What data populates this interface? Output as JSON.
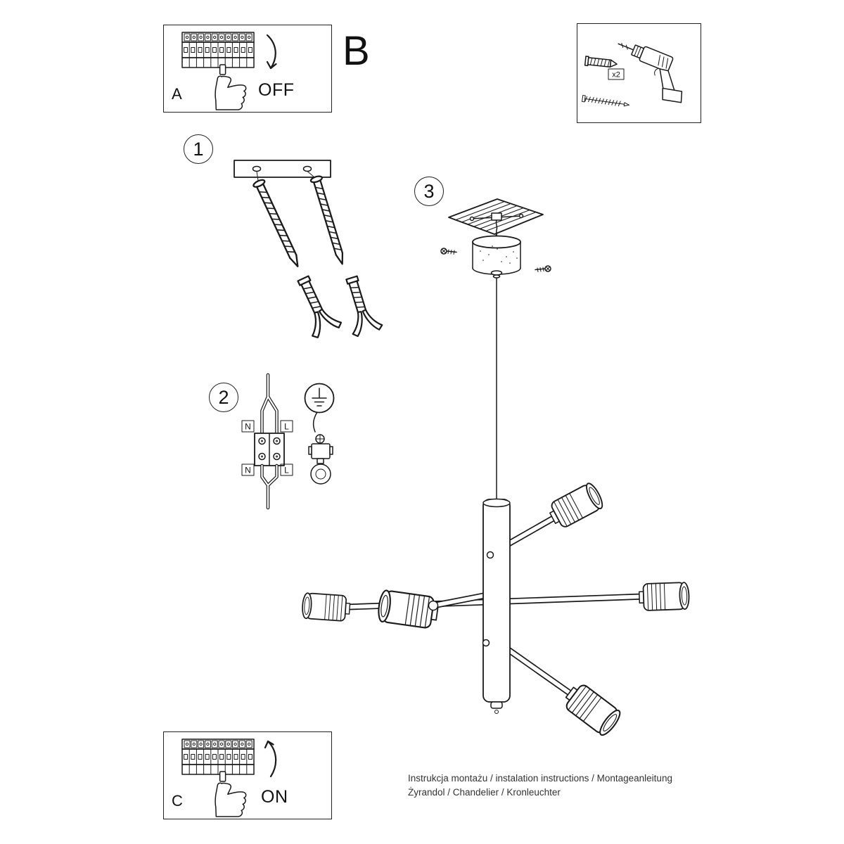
{
  "section_b": {
    "label": "B"
  },
  "panel_a": {
    "label": "A",
    "switch_action": "OFF"
  },
  "panel_c": {
    "label": "C",
    "switch_action": "ON"
  },
  "tools": {
    "anchors_count_label": "x2"
  },
  "steps": {
    "step1": "1",
    "step2": "2",
    "step3": "3"
  },
  "wiring": {
    "top_left": "N",
    "top_right": "L",
    "bottom_left": "N",
    "bottom_right": "L"
  },
  "footer": {
    "line1": "Instrukcja montażu / instalation instructions / Montageanleitung",
    "line2": "Żyrandol / Chandelier / Kronleuchter"
  }
}
